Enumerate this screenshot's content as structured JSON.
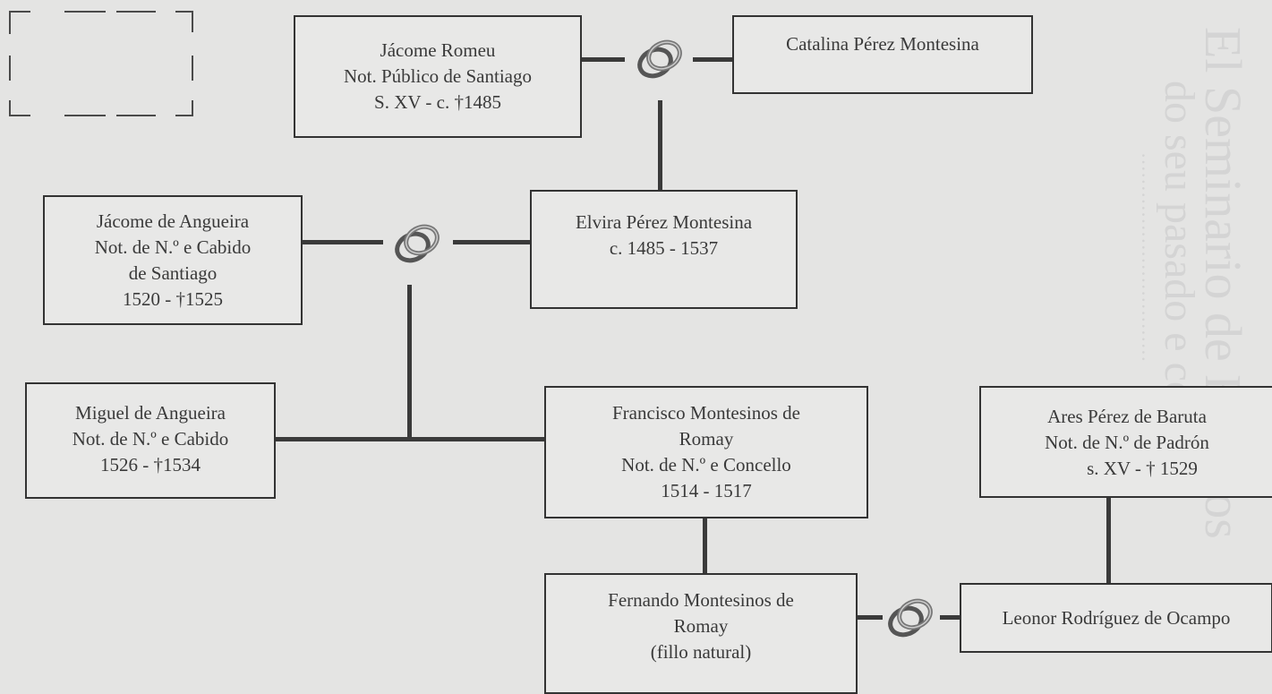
{
  "persons": {
    "jacome_romeu": [
      "Jácome Romeu",
      "Not. Público de Santiago",
      "S. XV - c. †1485"
    ],
    "catalina": [
      "Catalina Pérez Montesina"
    ],
    "elvira": [
      "Elvira Pérez Montesina",
      "c. 1485 - 1537"
    ],
    "jacome_angueira": [
      "Jácome de Angueira",
      "Not. de N.º e Cabido",
      "de Santiago",
      "1520 - †1525"
    ],
    "miguel": [
      "Miguel de Angueira",
      "Not. de N.º e Cabido",
      "1526 - †1534"
    ],
    "francisco": [
      "Francisco Montesinos de",
      "Romay",
      "Not. de N.º e Concello",
      "1514 - 1517"
    ],
    "ares": [
      "Ares Pérez de Baruta",
      "Not. de N.º de Padrón",
      "s. XV - † 1529"
    ],
    "fernando": [
      "Fernando Montesinos de",
      "Romay",
      "(fillo natural)"
    ],
    "leonor": [
      "Leonor Rodríguez de Ocampo"
    ]
  },
  "icons": {
    "marriage": "wedding-rings-icon",
    "placeholder": "dashed-frame"
  },
  "colors": {
    "background": "#e4e4e3",
    "box_border": "#333333",
    "line": "#3a3a3a",
    "text": "#3a3a3a"
  }
}
